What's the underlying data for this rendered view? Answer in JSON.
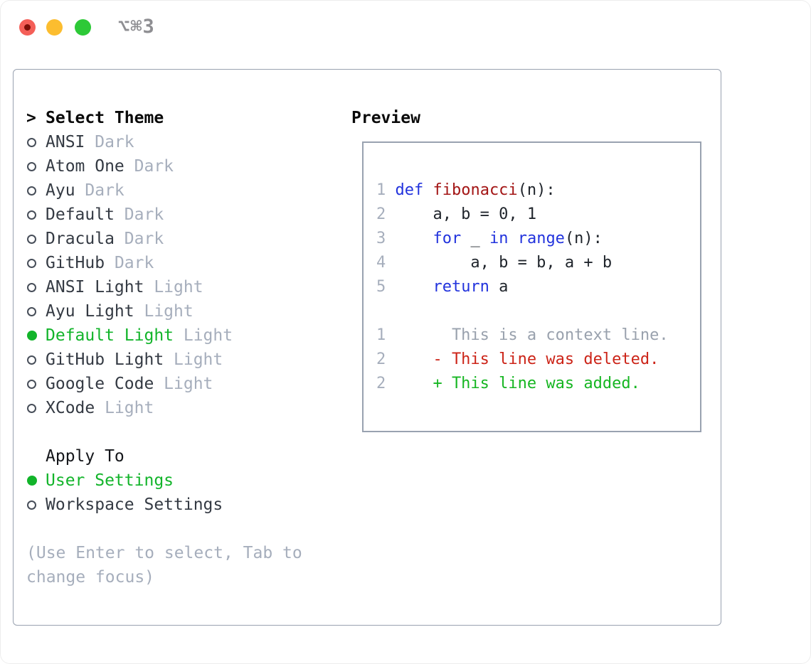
{
  "titlebar": {
    "shortcut": "⌥⌘3",
    "buttons": [
      "close",
      "minimize",
      "zoom"
    ]
  },
  "theme_list": {
    "title_prefix": ">",
    "title": "Select Theme",
    "items": [
      {
        "name": "ANSI",
        "variant": "Dark",
        "selected": false
      },
      {
        "name": "Atom One",
        "variant": "Dark",
        "selected": false
      },
      {
        "name": "Ayu",
        "variant": "Dark",
        "selected": false
      },
      {
        "name": "Default",
        "variant": "Dark",
        "selected": false
      },
      {
        "name": "Dracula",
        "variant": "Dark",
        "selected": false
      },
      {
        "name": "GitHub",
        "variant": "Dark",
        "selected": false
      },
      {
        "name": "ANSI Light",
        "variant": "Light",
        "selected": false
      },
      {
        "name": "Ayu Light",
        "variant": "Light",
        "selected": false
      },
      {
        "name": "Default Light",
        "variant": "Light",
        "selected": true
      },
      {
        "name": "GitHub Light",
        "variant": "Light",
        "selected": false
      },
      {
        "name": "Google Code",
        "variant": "Light",
        "selected": false
      },
      {
        "name": "XCode",
        "variant": "Light",
        "selected": false
      }
    ]
  },
  "apply_to": {
    "title": "Apply To",
    "options": [
      {
        "label": "User Settings",
        "selected": true
      },
      {
        "label": "Workspace Settings",
        "selected": false
      }
    ]
  },
  "hint": "(Use Enter to select, Tab to change focus)",
  "preview": {
    "title": "Preview",
    "code_lines": [
      {
        "num": "1",
        "tokens": [
          [
            "kw",
            "def"
          ],
          [
            "pl",
            " "
          ],
          [
            "fn",
            "fibonacci"
          ],
          [
            "pl",
            "(n):"
          ]
        ]
      },
      {
        "num": "2",
        "tokens": [
          [
            "pl",
            "    a, b = 0, 1"
          ]
        ]
      },
      {
        "num": "3",
        "tokens": [
          [
            "pl",
            "    "
          ],
          [
            "kw",
            "for"
          ],
          [
            "pl",
            " _ "
          ],
          [
            "kw",
            "in"
          ],
          [
            "pl",
            " "
          ],
          [
            "kw",
            "range"
          ],
          [
            "pl",
            "(n):"
          ]
        ]
      },
      {
        "num": "4",
        "tokens": [
          [
            "pl",
            "        a, b = b, a + b"
          ]
        ]
      },
      {
        "num": "5",
        "tokens": [
          [
            "pl",
            "    "
          ],
          [
            "kw",
            "return"
          ],
          [
            "pl",
            " a"
          ]
        ]
      }
    ],
    "diff_lines": [
      {
        "num": "1",
        "type": "context",
        "text": "      This is a context line."
      },
      {
        "num": "2",
        "type": "deleted",
        "text": "    - This line was deleted."
      },
      {
        "num": "2",
        "type": "added",
        "text": "    + This line was added."
      }
    ]
  },
  "colors": {
    "accent_green": "#12b42a",
    "keyword_blue": "#2233dd",
    "function_red": "#a31515",
    "deleted_red": "#cc2418",
    "added_green": "#16b622",
    "muted_gray": "#a6aebc",
    "context_gray": "#99a1ad",
    "text_dark": "#343a43",
    "code_text": "#1f242b",
    "border_gray": "#99a2b0",
    "traffic_red": "#f45f58",
    "traffic_red_dot": "#7c0f08",
    "traffic_yellow": "#fcbd2f",
    "traffic_green": "#2dc937",
    "shortcut_gray": "#8e8e92"
  }
}
